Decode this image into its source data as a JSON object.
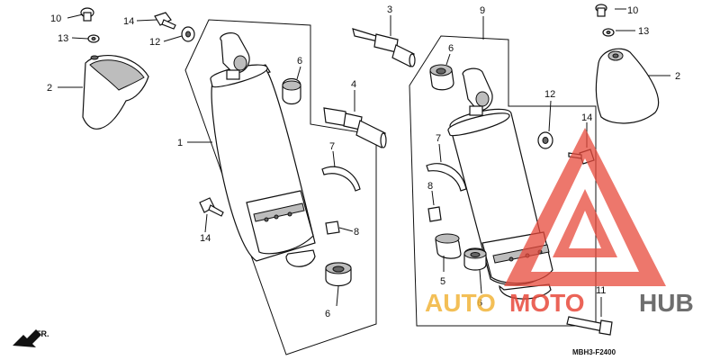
{
  "diagram": {
    "code": "MBH3-F2400",
    "fr_label": "FR.",
    "callouts": [
      "10",
      "14",
      "13",
      "12",
      "2",
      "1",
      "6",
      "3",
      "4",
      "7",
      "8",
      "14",
      "6",
      "9",
      "6",
      "10",
      "13",
      "2",
      "12",
      "14",
      "7",
      "8",
      "5",
      "6",
      "11"
    ]
  },
  "watermark": {
    "part1": "AUTO",
    "part2": "MOTO",
    "part3": "HUB",
    "color_a": "#f2b53a",
    "color_b": "#e84a3c",
    "color_c": "#555555"
  }
}
